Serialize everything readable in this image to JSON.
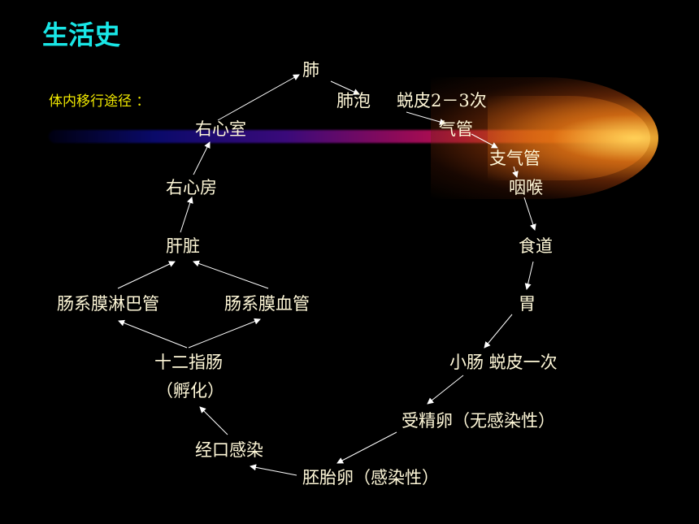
{
  "title": "生活史",
  "subtitle": "体内移行途径 ：",
  "nodes": {
    "lung": "肺",
    "alveoli": "肺泡",
    "molt1": "蜕皮2－3次",
    "trachea": "气管",
    "bronchi": "支气管",
    "pharynx": "咽喉",
    "esophagus": "食道",
    "stomach": "胃",
    "small_intestine": "小肠 蜕皮一次",
    "fertilized_egg": "受精卵（无感染性）",
    "embryonated_egg": "胚胎卵（感染性）",
    "oral_infection": "经口感染",
    "duodenum": "十二指肠",
    "hatch": "（孵化）",
    "mes_lymph": "肠系膜淋巴管",
    "mes_blood": "肠系膜血管",
    "liver": "肝脏",
    "right_atrium": "右心房",
    "right_ventricle": "右心室"
  },
  "colors": {
    "title": "#19e6e6",
    "subtitle": "#f0e800",
    "text": "#fff8d8",
    "arrow": "#ffffff"
  }
}
